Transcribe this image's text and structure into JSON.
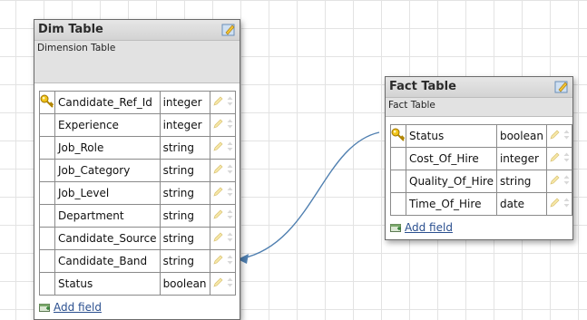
{
  "dim_table": {
    "title": "Dim Table",
    "description": "Dimension Table",
    "add_field": "Add field",
    "fields": [
      {
        "name": "Candidate_Ref_Id",
        "type": "integer",
        "key": true
      },
      {
        "name": "Experience",
        "type": "integer",
        "key": false
      },
      {
        "name": "Job_Role",
        "type": "string",
        "key": false
      },
      {
        "name": "Job_Category",
        "type": "string",
        "key": false
      },
      {
        "name": "Job_Level",
        "type": "string",
        "key": false
      },
      {
        "name": "Department",
        "type": "string",
        "key": false
      },
      {
        "name": "Candidate_Source",
        "type": "string",
        "key": false
      },
      {
        "name": "Candidate_Band",
        "type": "string",
        "key": false
      },
      {
        "name": "Status",
        "type": "boolean",
        "key": false
      }
    ]
  },
  "fact_table": {
    "title": "Fact Table",
    "description": "Fact Table",
    "add_field": "Add field",
    "fields": [
      {
        "name": "Status",
        "type": "boolean",
        "key": true
      },
      {
        "name": "Cost_Of_Hire",
        "type": "integer",
        "key": false
      },
      {
        "name": "Quality_Of_Hire",
        "type": "string",
        "key": false
      },
      {
        "name": "Time_Of_Hire",
        "type": "date",
        "key": false
      }
    ]
  },
  "colors": {
    "connector": "#4f7fb0",
    "key_icon": "#e2b21c",
    "link": "#2a4f8f"
  }
}
